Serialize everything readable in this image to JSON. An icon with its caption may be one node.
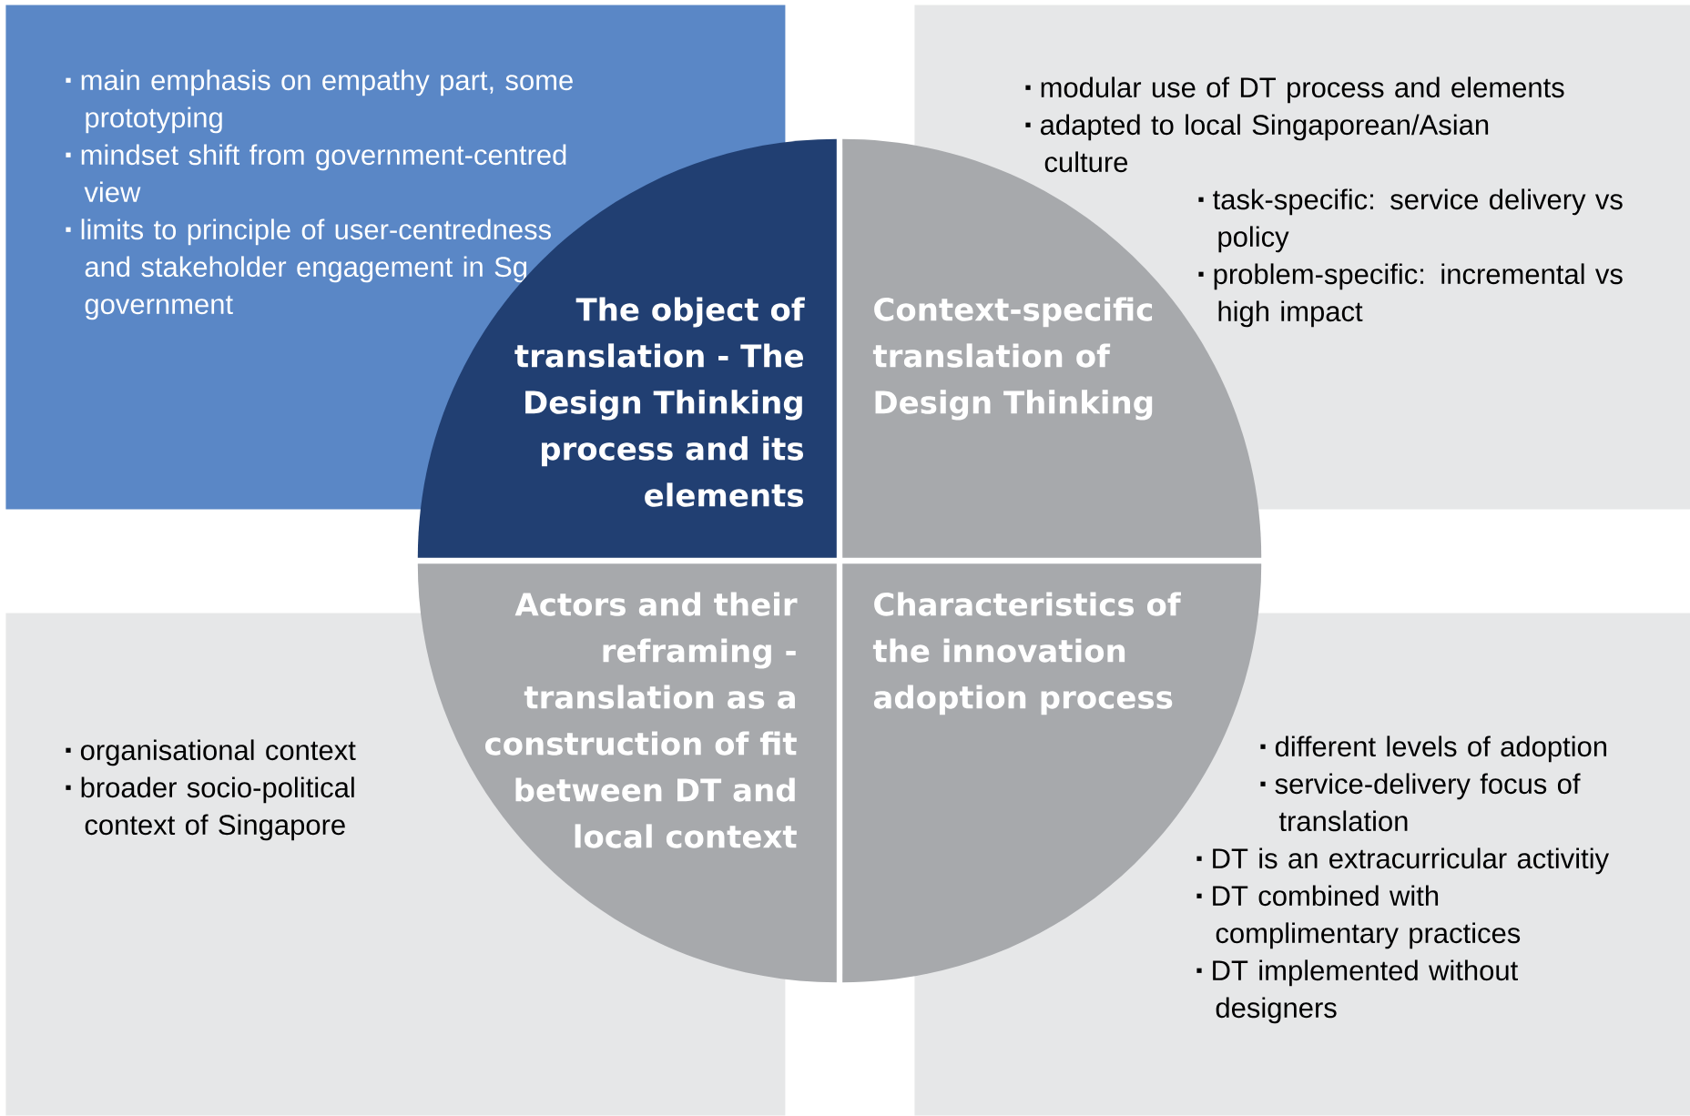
{
  "diagram": {
    "nodes": [
      {
        "text": [
          "main emphasis on empathy part, some prototyping",
          "mindset shift from government-centred view",
          "limits to principle of user-centredness and stakeholder engagement in Sg government"
        ]
      },
      {
        "text": [
          "The object of translation -  The Design Thinking process and its elements"
        ]
      },
      {
        "text": [
          "Context-specific translation of Design Thinking"
        ]
      },
      {
        "text": [
          "modular use of DT process and elements",
          "adapted to local Singaporean/Asian culture",
          "task-specific: service delivery vs policy",
          "problem-specific: incremental vs high impact"
        ]
      },
      {
        "text": [
          "organisational context",
          "broader socio-political context of Singapore"
        ]
      },
      {
        "text": [
          "Actors and their reframing - translation as a construction of fit between DT and local context"
        ]
      },
      {
        "text": [
          "Characteristics of the innovation adoption process"
        ]
      },
      {
        "text": [
          "different levels of adoption",
          "service-delivery focus of translation",
          "DT is an extracurricular activitiy",
          "DT combined with complimentary practices",
          "DT implemented without designers"
        ]
      }
    ]
  }
}
